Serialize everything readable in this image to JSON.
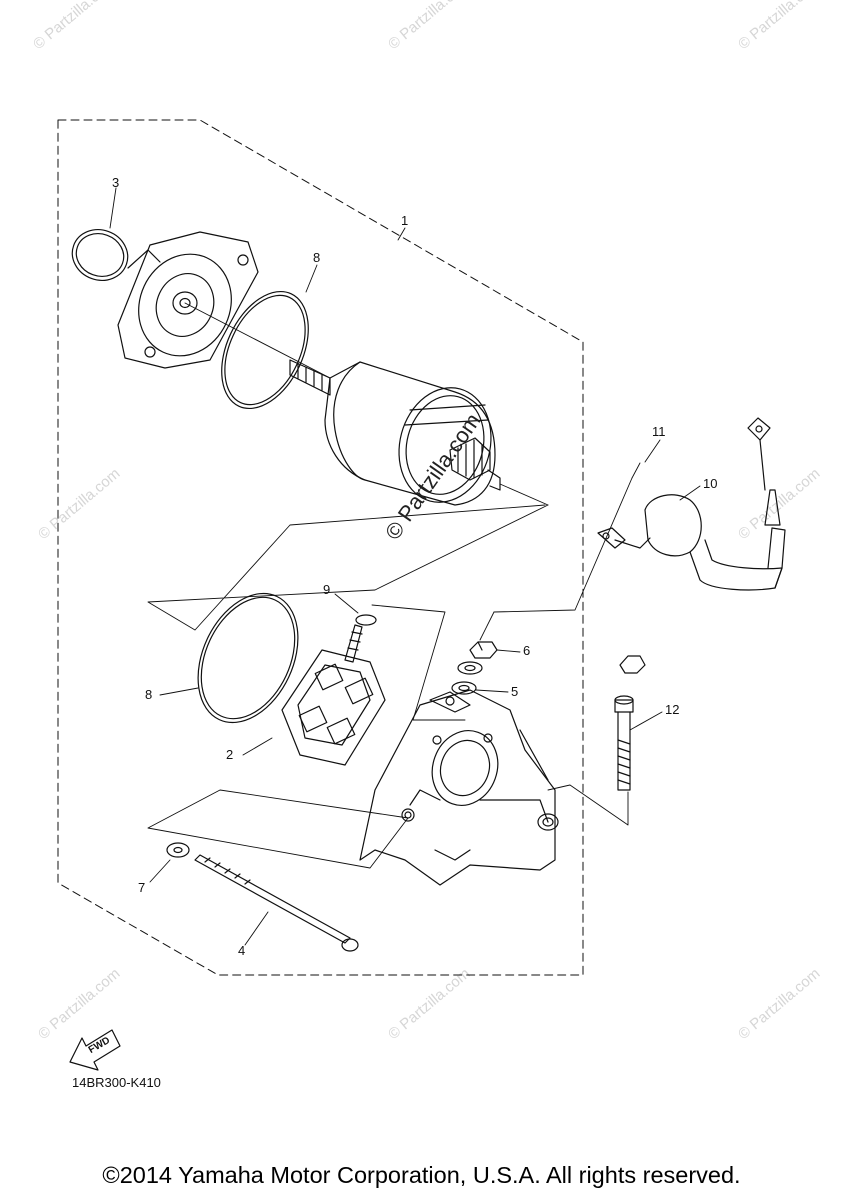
{
  "callouts": {
    "c1": "1",
    "c2": "2",
    "c3": "3",
    "c4": "4",
    "c5": "5",
    "c6": "6",
    "c7": "7",
    "c8a": "8",
    "c8b": "8",
    "c9": "9",
    "c10": "10",
    "c11": "11",
    "c12": "12"
  },
  "fwd_label": "FWD",
  "drawing_code": "14BR300-K410",
  "copyright": "©2014 Yamaha Motor Corporation, U.S.A. All rights reserved.",
  "watermark": "© Partzilla.com",
  "center_watermark": "© Partzilla.com"
}
